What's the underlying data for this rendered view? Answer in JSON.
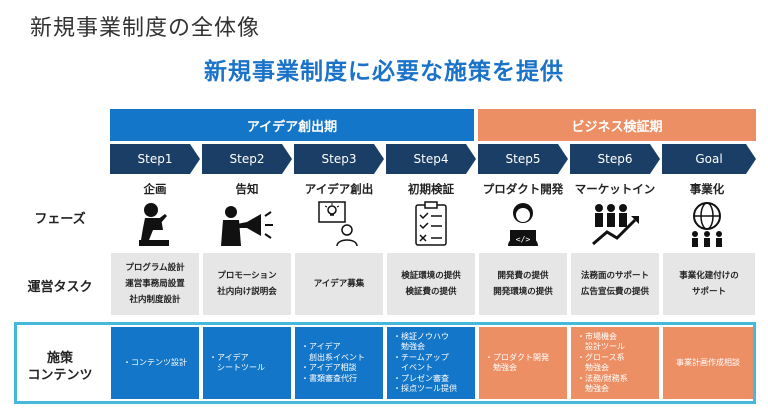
{
  "header": {
    "subtitle": "新規事業制度の全体像",
    "title": "新規事業制度に必要な施策を提供"
  },
  "bands": {
    "blue": "アイデア創出期",
    "orange": "ビジネス検証期"
  },
  "steps": [
    "Step1",
    "Step2",
    "Step3",
    "Step4",
    "Step5",
    "Step6",
    "Goal"
  ],
  "rows": {
    "phase": "フェーズ",
    "task": "運営タスク",
    "content_line1": "施策",
    "content_line2": "コンテンツ"
  },
  "phases": [
    {
      "name": "企画",
      "icon": "thinker-icon"
    },
    {
      "name": "告知",
      "icon": "megaphone-icon"
    },
    {
      "name": "アイデア創出",
      "icon": "lightbulb-person-icon"
    },
    {
      "name": "初期検証",
      "icon": "checklist-icon"
    },
    {
      "name": "プロダクト開発",
      "icon": "developer-laptop-icon"
    },
    {
      "name": "マーケットイン",
      "icon": "team-growth-icon"
    },
    {
      "name": "事業化",
      "icon": "globe-people-icon"
    }
  ],
  "tasks": [
    [
      "プログラム設計",
      "運営事務局設置",
      "社内制度設計"
    ],
    [
      "プロモーション",
      "社内向け説明会"
    ],
    [
      "アイデア募集"
    ],
    [
      "検証環境の提供",
      "検証費の提供"
    ],
    [
      "開発費の提供",
      "開発環境の提供"
    ],
    [
      "法務面のサポート",
      "広告宣伝費の提供"
    ],
    [
      "事業化建付けの",
      "サポート"
    ]
  ],
  "contents": [
    [
      "・コンテンツ設計"
    ],
    [
      "・アイデア",
      "　シートツール"
    ],
    [
      "・アイデア",
      "　創出系イベント",
      "・アイデア相談",
      "・書類審査代行"
    ],
    [
      "・検証ノウハウ",
      "　勉強会",
      "・チームアップ",
      "　イベント",
      "・プレゼン審査",
      "・採点ツール提供"
    ],
    [
      "・プロダクト開発",
      "　勉強会"
    ],
    [
      "・市場機会",
      "　設計ツール",
      "・グロース系",
      "　勉強会",
      "・法務/財務系",
      "　勉強会"
    ],
    [
      "事業計画作成相談"
    ]
  ],
  "colors": {
    "blue": "#1476c9",
    "orange": "#ec8f64",
    "navy": "#1b3e66",
    "frame": "#45b9d9",
    "task_bg": "#e6e6e6"
  }
}
